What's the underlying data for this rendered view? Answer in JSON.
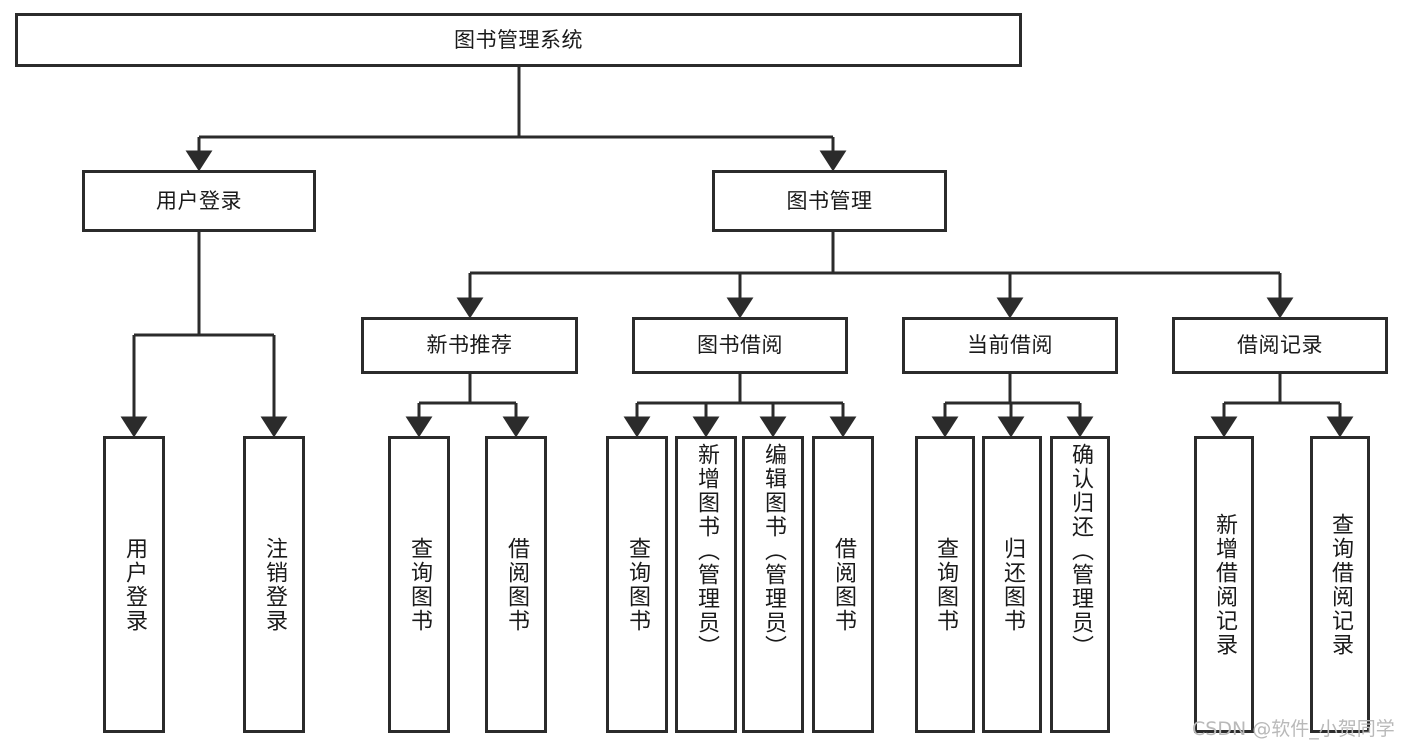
{
  "diagram": {
    "title_box": {
      "label": "图书管理系统"
    },
    "level1": [
      {
        "label": "用户登录"
      },
      {
        "label": "图书管理"
      }
    ],
    "level2": [
      {
        "label": "新书推荐"
      },
      {
        "label": "图书借阅"
      },
      {
        "label": "当前借阅"
      },
      {
        "label": "借阅记录"
      }
    ],
    "leaves": {
      "user_login": [
        {
          "label": "用户登录"
        },
        {
          "label": "注销登录"
        }
      ],
      "new_book_recommend": [
        {
          "label": "查询图书"
        },
        {
          "label": "借阅图书"
        }
      ],
      "book_borrow": [
        {
          "label": "查询图书"
        },
        {
          "label": "新增图书（管理员）"
        },
        {
          "label": "编辑图书（管理员）"
        },
        {
          "label": "借阅图书"
        }
      ],
      "current_borrow": [
        {
          "label": "查询图书"
        },
        {
          "label": "归还图书"
        },
        {
          "label": "确认归还（管理员）"
        }
      ],
      "borrow_record": [
        {
          "label": "新增借阅记录"
        },
        {
          "label": "查询借阅记录"
        }
      ]
    },
    "watermark": {
      "text": "CSDN @软件_小贺同学"
    },
    "colors": {
      "stroke": "#2b2b2b",
      "background": "#ffffff",
      "text": "#1a1a1a",
      "watermark": "#b9b9b9"
    }
  }
}
